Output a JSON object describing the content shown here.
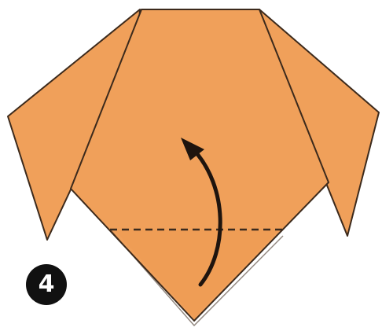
{
  "step": {
    "number": "4"
  },
  "colors": {
    "paper": "#f0a05a",
    "paper_shade": "#ee9b52",
    "edge": "#3c2a1c",
    "fold_line": "#3a2a1e",
    "arrow": "#1e140e",
    "badge": "#111111",
    "badge_text": "#ffffff"
  },
  "diagram": {
    "parts": [
      "left-ear",
      "right-ear",
      "head",
      "bottom-flap",
      "valley-fold-line",
      "fold-up-arrow"
    ]
  }
}
